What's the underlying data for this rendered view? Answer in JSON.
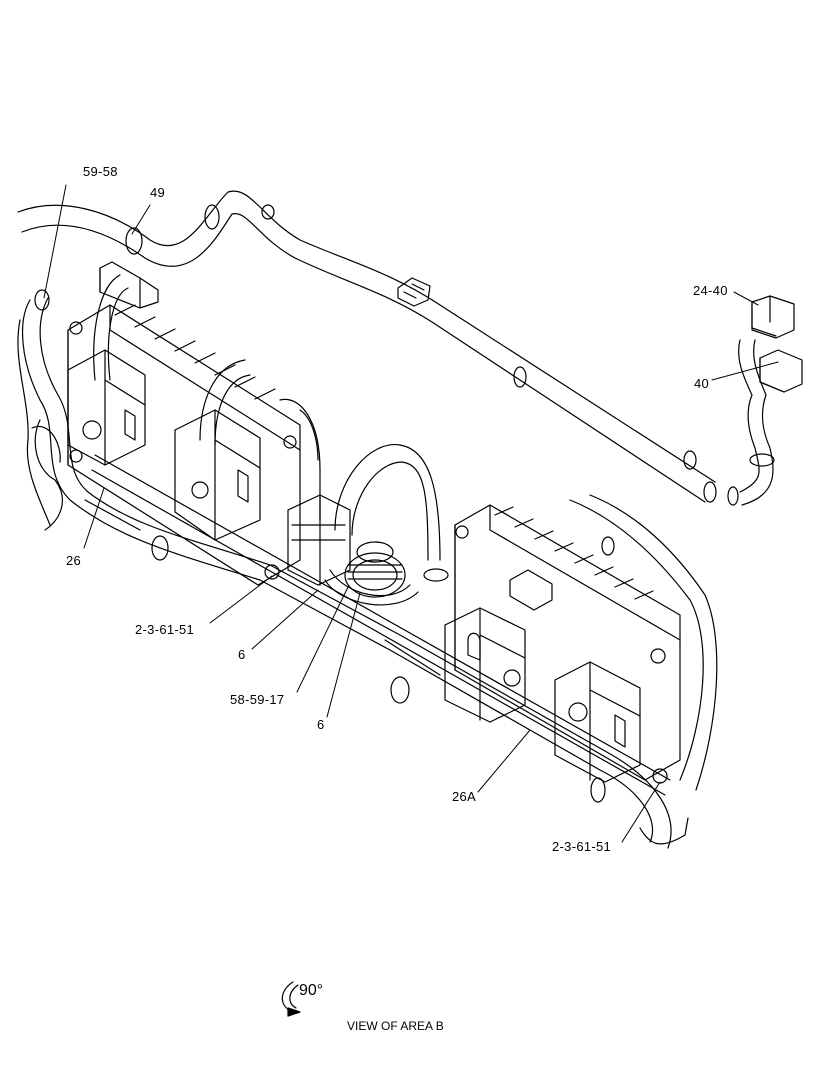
{
  "callouts": {
    "c1": "59-58",
    "c2": "49",
    "c3": "24-40",
    "c4": "40",
    "c5": "26",
    "c6": "2-3-61-51",
    "c7": "6",
    "c8": "58-59-17",
    "c9": "6",
    "c10": "26A",
    "c11": "2-3-61-51"
  },
  "rotation": {
    "label": "90°",
    "icon": "rotate-arrow-icon"
  },
  "caption": "VIEW OF AREA B",
  "colors": {
    "line": "#000000",
    "background": "#ffffff"
  }
}
